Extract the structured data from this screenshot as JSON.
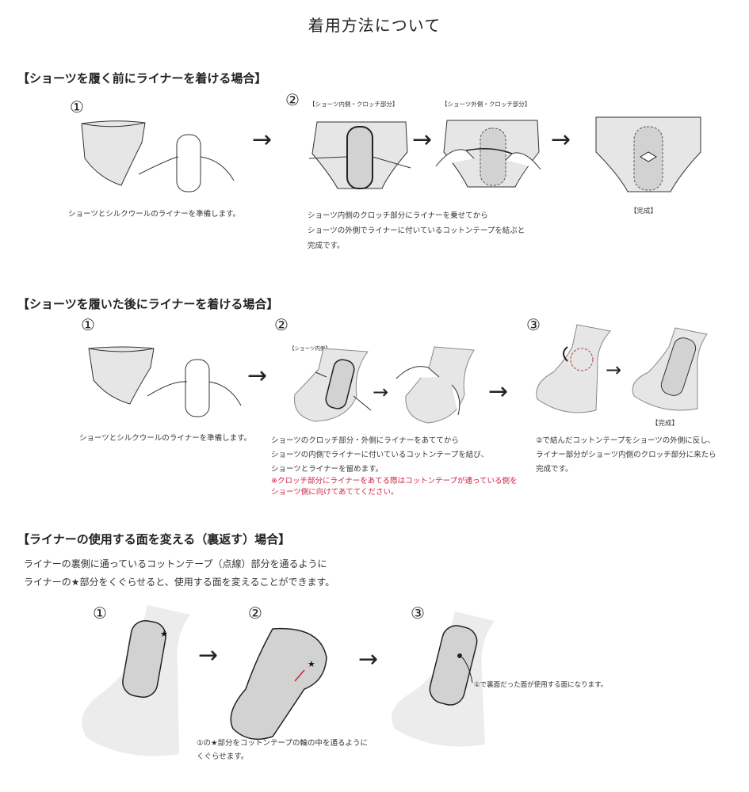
{
  "page_title": "着用方法について",
  "sections": [
    {
      "heading": "【ショーツを履く前にライナーを着ける場合】",
      "steps": [
        "①",
        "②"
      ],
      "labels": {
        "inner_crotch": "【ショーツ内側・クロッチ部分】",
        "outer_crotch": "【ショーツ外側・クロッチ部分】",
        "done": "【完成】"
      },
      "captions": {
        "prepare": "ショーツとシルクウールのライナーを準備します。",
        "attach_lines": [
          "ショーツ内側のクロッチ部分にライナーを乗せてから",
          "ショーツの外側でライナーに付いているコットンテープを結ぶと",
          "完成です。"
        ]
      }
    },
    {
      "heading": "【ショーツを履いた後にライナーを着ける場合】",
      "steps": [
        "①",
        "②",
        "③"
      ],
      "labels": {
        "inner": "【ショーツ内側】",
        "done": "【完成】"
      },
      "captions": {
        "prepare": "ショーツとシルクウールのライナーを準備します。",
        "step2_lines": [
          "ショーツのクロッチ部分・外側にライナーをあててから",
          "ショーツの内側でライナーに付いているコットンテープを結び、",
          "ショーツとライナーを留めます。"
        ],
        "warning_lines": [
          "※クロッチ部分にライナーをあてる際はコットンテープが通っている側を",
          "ショーツ側に向けてあててください。"
        ],
        "step3_lines": [
          "②で結んだコットンテープをショーツの外側に反し、",
          "ライナー部分がショーツ内側のクロッチ部分に来たら",
          "完成です。"
        ]
      }
    },
    {
      "heading": "【ライナーの使用する面を変える（裏返す）場合】",
      "intro_lines": [
        "ライナーの裏側に通っているコットンテープ（点線）部分を通るように",
        "ライナーの★部分をくぐらせると、使用する面を変えることができます。"
      ],
      "steps": [
        "①",
        "②",
        "③"
      ],
      "captions": {
        "step2_lines": [
          "①の★部分をコットンテープの輪の中を通るように",
          "くぐらせます。"
        ],
        "step3": "①で裏面だった面が使用する面になります。"
      }
    }
  ],
  "colors": {
    "title_highlight": "#e7ecaa",
    "warning": "#d02040",
    "illustration_fill": "#e6e6e6",
    "liner_fill": "#d2d2d2",
    "line": "#333333"
  }
}
